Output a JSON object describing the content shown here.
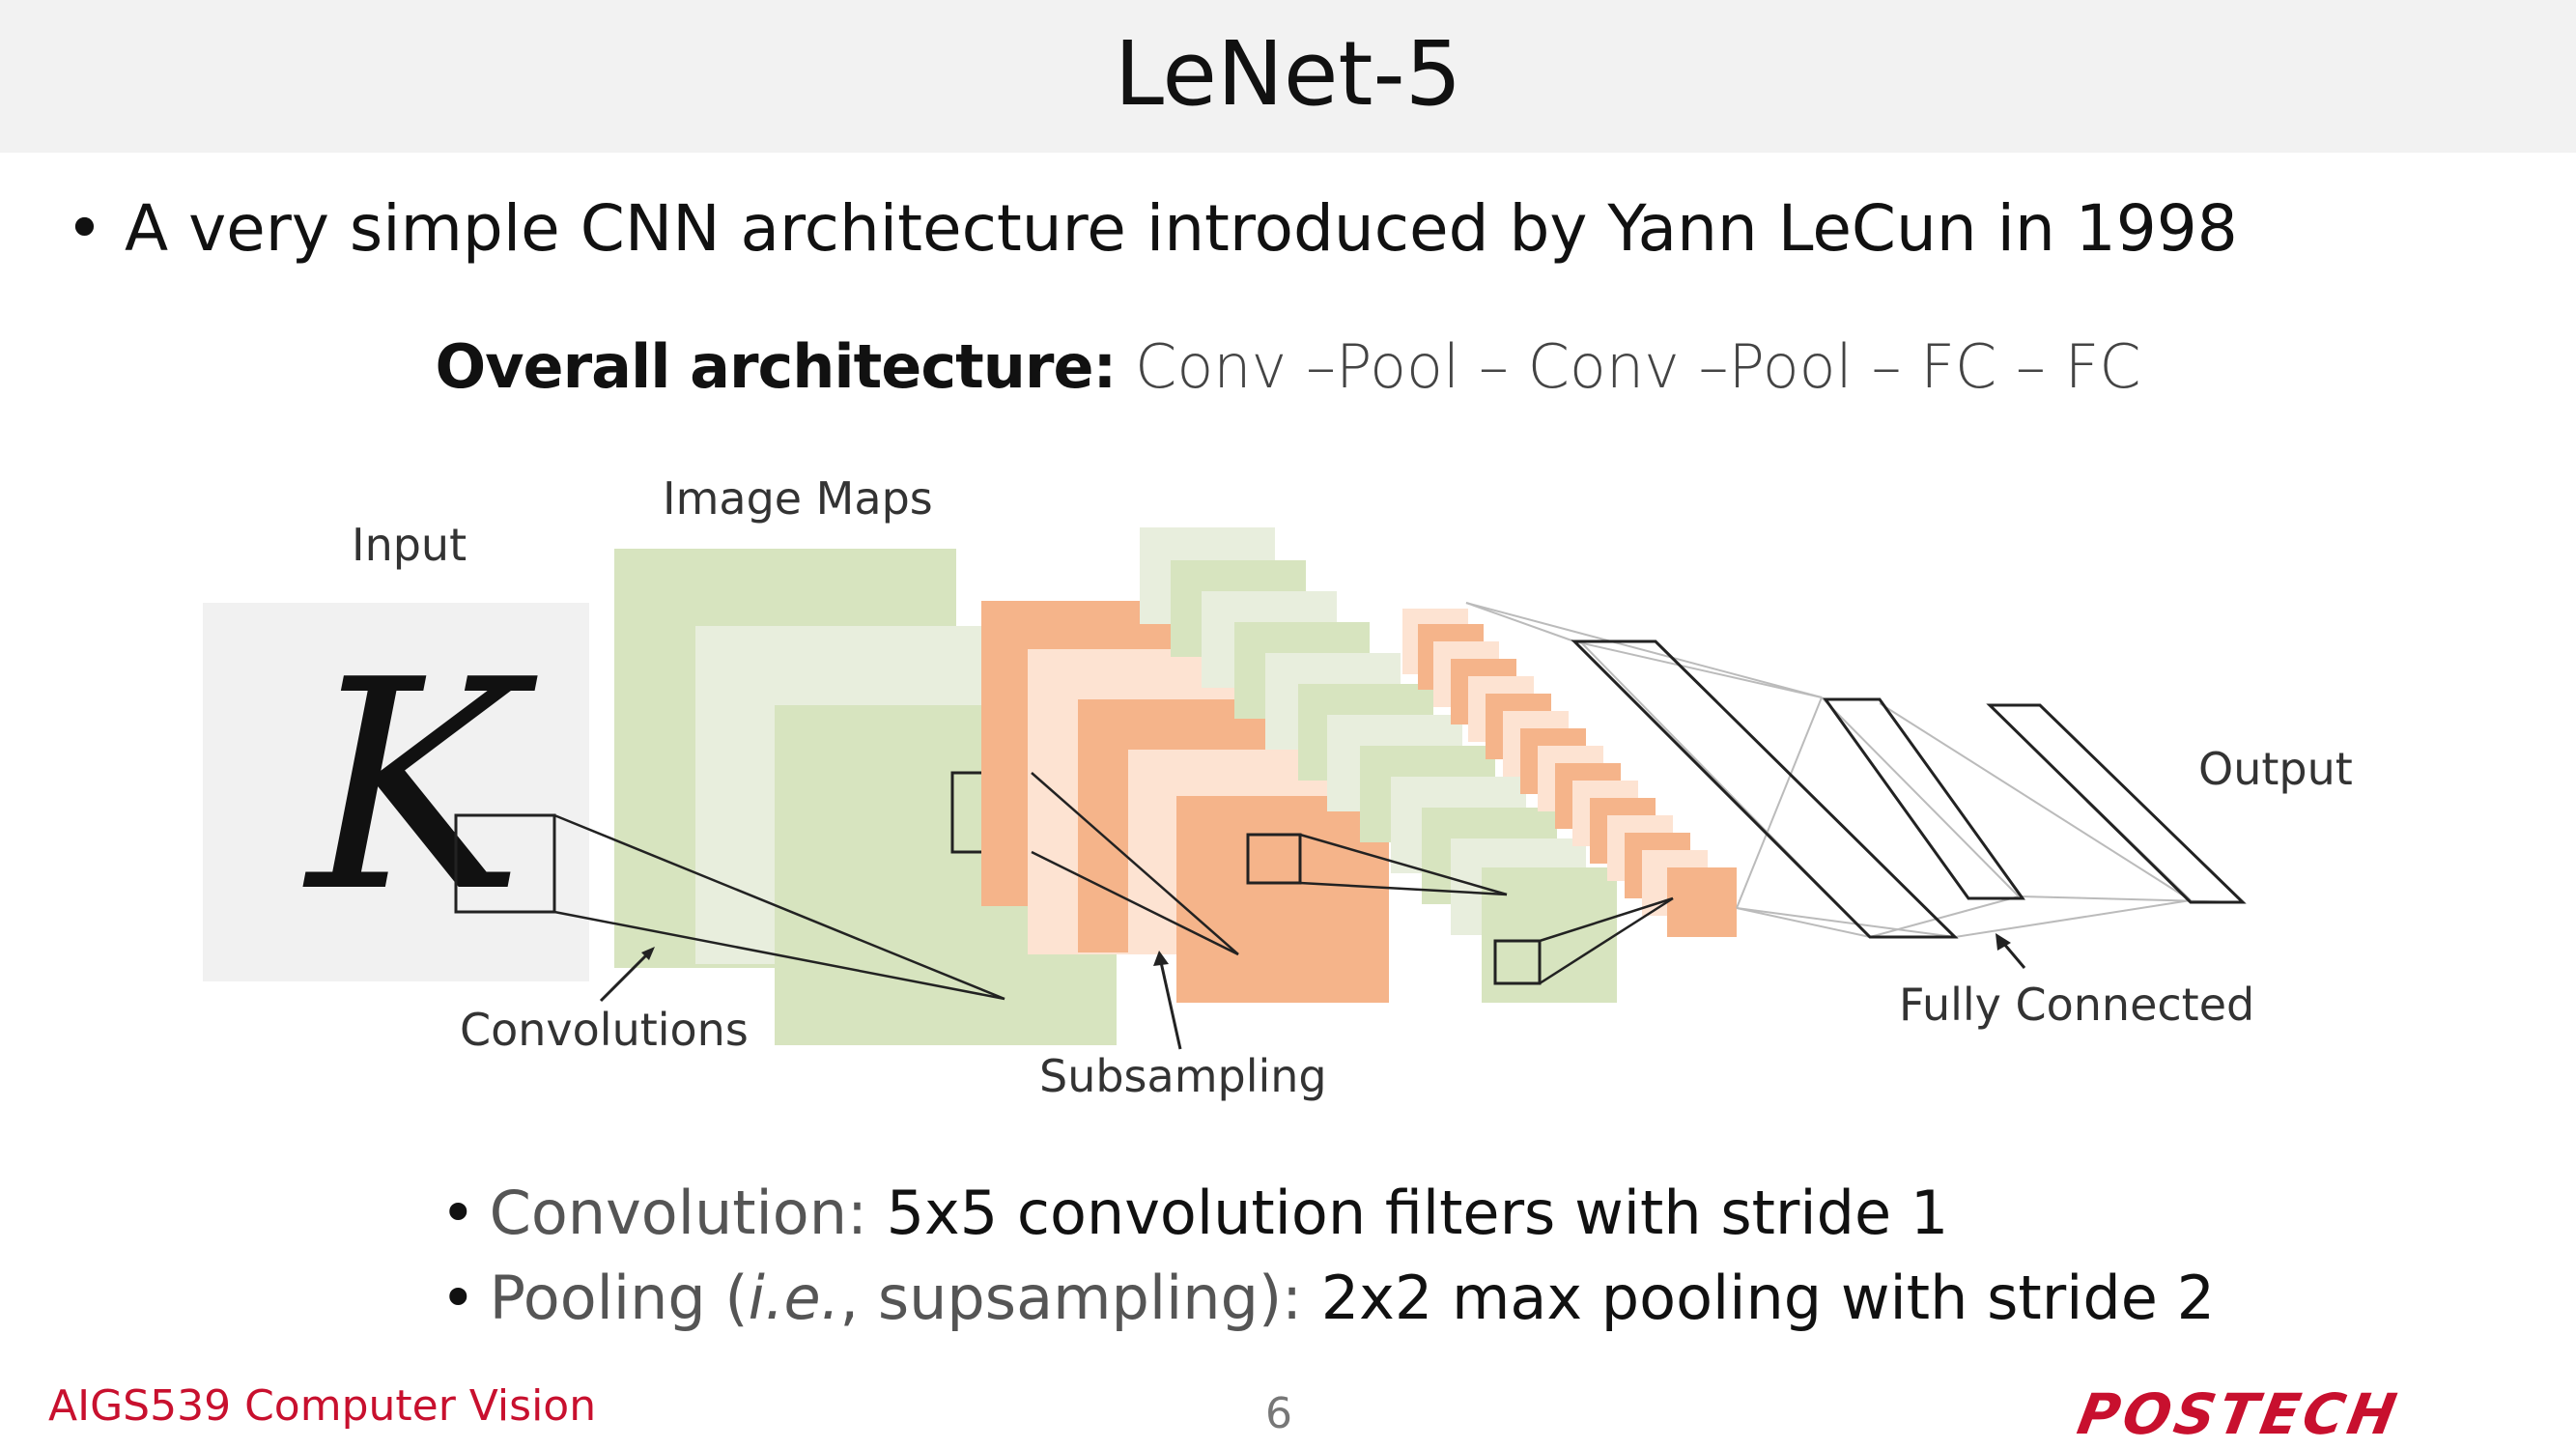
{
  "slide": {
    "title": "LeNet-5",
    "bullet": "A very simple CNN architecture introduced by Yann LeCun in 1998",
    "overall_label": "Overall architecture:",
    "overall_value": "Conv –Pool – Conv –Pool – FC – FC"
  },
  "diagram": {
    "input_label": "Input",
    "input_glyph": "K",
    "maps_label": "Image Maps",
    "output_label": "Output",
    "conv_label": "Convolutions",
    "subsampling_label": "Subsampling",
    "fc_label": "Fully Connected",
    "colors": {
      "green": "#d7e4bf",
      "green_light": "#e8eedd",
      "orange": "#f5b48a",
      "orange_light": "#fde3d2",
      "input_bg": "#f1f1f1"
    }
  },
  "bullets": [
    {
      "key": "Convolution:",
      "value": " 5x5 convolution filters with stride 1"
    },
    {
      "key_pre": "Pooling (",
      "key_ital": "i.e.",
      "key_post": ", supsampling):",
      "value": " 2x2 max pooling with stride 2"
    }
  ],
  "footer": {
    "course": "AIGS539 Computer Vision",
    "page": "6",
    "logo": "POSTECH"
  }
}
